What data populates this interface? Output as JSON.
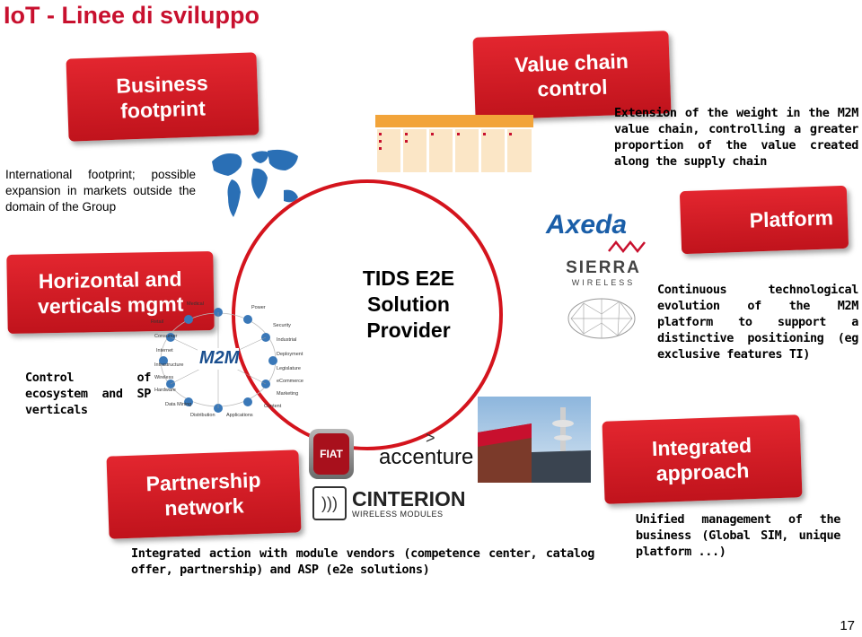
{
  "title": "IoT - Linee di sviluppo",
  "center": {
    "label": "TIDS E2E\nSolution\nProvider"
  },
  "boxes": {
    "business": "Business\nfootprint",
    "value_chain": "Value chain\ncontrol",
    "platform": "Platform",
    "horizontal": "Horizontal and\nverticals mgmt",
    "partnership": "Partnership\nnetwork",
    "integrated": "Integrated\napproach"
  },
  "texts": {
    "business": "International footprint; possible expansion in markets outside the domain of the Group",
    "value_chain": "Extension of the weight in the M2M value chain, controlling a greater proportion of the value created along the supply chain",
    "platform": "Continuous technological evolution of the M2M platform to support a distinctive positioning (eg exclusive features TI)",
    "horizontal": "Control of ecosystem and SP verticals",
    "partnership": "Integrated action with module vendors (competence center, catalog offer, partnership) and ASP (e2e solutions)",
    "integrated": "Unified management of the business (Global SIM, unique platform ...)"
  },
  "logos": {
    "axeda": "Axeda",
    "sierra": "SIERRA",
    "sierra_sub": "WIRELESS",
    "fiat": "FIAT",
    "accenture": "accenture",
    "cinterion": "CINTERION",
    "cinterion_sub": "WIRELESS MODULES",
    "m2m": "M2M"
  },
  "m2m_nodes": [
    "Medical",
    "Power",
    "Retail",
    "Security",
    "Consumer",
    "Industrial",
    "Internet",
    "Deployment",
    "Infrastructure",
    "Legislature",
    "Wireless",
    "eCommerce",
    "Hardware",
    "Marketing",
    "Data Mining",
    "Content",
    "Distribution",
    "Applications"
  ],
  "page_number": "17",
  "colors": {
    "accent": "#c8102e",
    "box": "#d4141d"
  }
}
